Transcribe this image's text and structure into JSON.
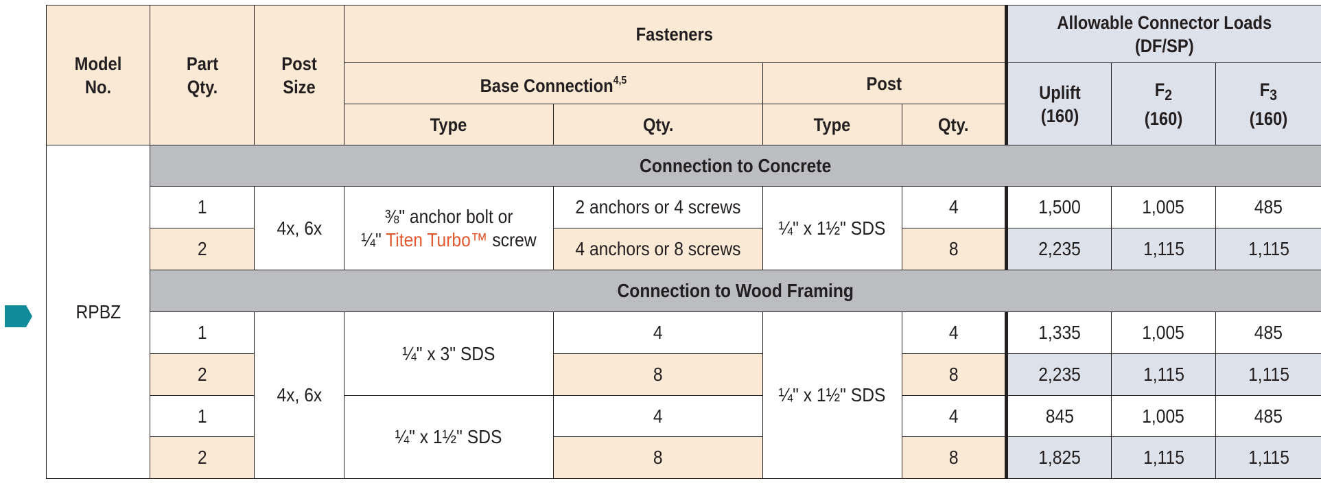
{
  "headers": {
    "model_no": "Model No.",
    "part_qty": "Part Qty.",
    "post_size": "Post Size",
    "fasteners": "Fasteners",
    "base_connection": "Base Connection",
    "base_connection_sup": "4,5",
    "post": "Post",
    "type": "Type",
    "qty": "Qty.",
    "allowable_loads": "Allowable Connector Loads",
    "allowable_loads_sub": "(DF/SP)",
    "uplift": "Uplift",
    "uplift_val": "(160)",
    "f2_base": "F",
    "f2_sub": "2",
    "f2_val": "(160)",
    "f3_base": "F",
    "f3_sub": "3",
    "f3_val": "(160)"
  },
  "model": "RPBZ",
  "concrete": {
    "title": "Connection to Concrete",
    "post_size": "4x, 6x",
    "base_type_line1": "⅜\" anchor bolt or",
    "base_type_line2_pre": "¼\" ",
    "base_type_line2_brand": "Titen Turbo™",
    "base_type_line2_post": " screw",
    "post_type": "¼\" x 1½\" SDS",
    "rows": [
      {
        "part_qty": "1",
        "base_qty": "2 anchors or 4 screws",
        "post_qty": "4",
        "uplift": "1,500",
        "f2": "1,005",
        "f3": "485"
      },
      {
        "part_qty": "2",
        "base_qty": "4 anchors or 8 screws",
        "post_qty": "8",
        "uplift": "2,235",
        "f2": "1,115",
        "f3": "1,115"
      }
    ]
  },
  "wood": {
    "title": "Connection to Wood Framing",
    "post_size": "4x, 6x",
    "base_type_a": "¼\" x 3\" SDS",
    "base_type_b": "¼\" x 1½\" SDS",
    "post_type": "¼\" x 1½\" SDS",
    "rows": [
      {
        "part_qty": "1",
        "base_qty": "4",
        "post_qty": "4",
        "uplift": "1,335",
        "f2": "1,005",
        "f3": "485"
      },
      {
        "part_qty": "2",
        "base_qty": "8",
        "post_qty": "8",
        "uplift": "2,235",
        "f2": "1,115",
        "f3": "1,115"
      },
      {
        "part_qty": "1",
        "base_qty": "4",
        "post_qty": "4",
        "uplift": "845",
        "f2": "1,005",
        "f3": "485"
      },
      {
        "part_qty": "2",
        "base_qty": "8",
        "post_qty": "8",
        "uplift": "1,825",
        "f2": "1,115",
        "f3": "1,115"
      }
    ]
  },
  "colors": {
    "header_tan": "#f9e9d5",
    "loads_blue": "#dde1e9",
    "band_gray": "#bcbdc0",
    "marker_teal": "#0f8b99",
    "brand_orange": "#e2582e"
  }
}
